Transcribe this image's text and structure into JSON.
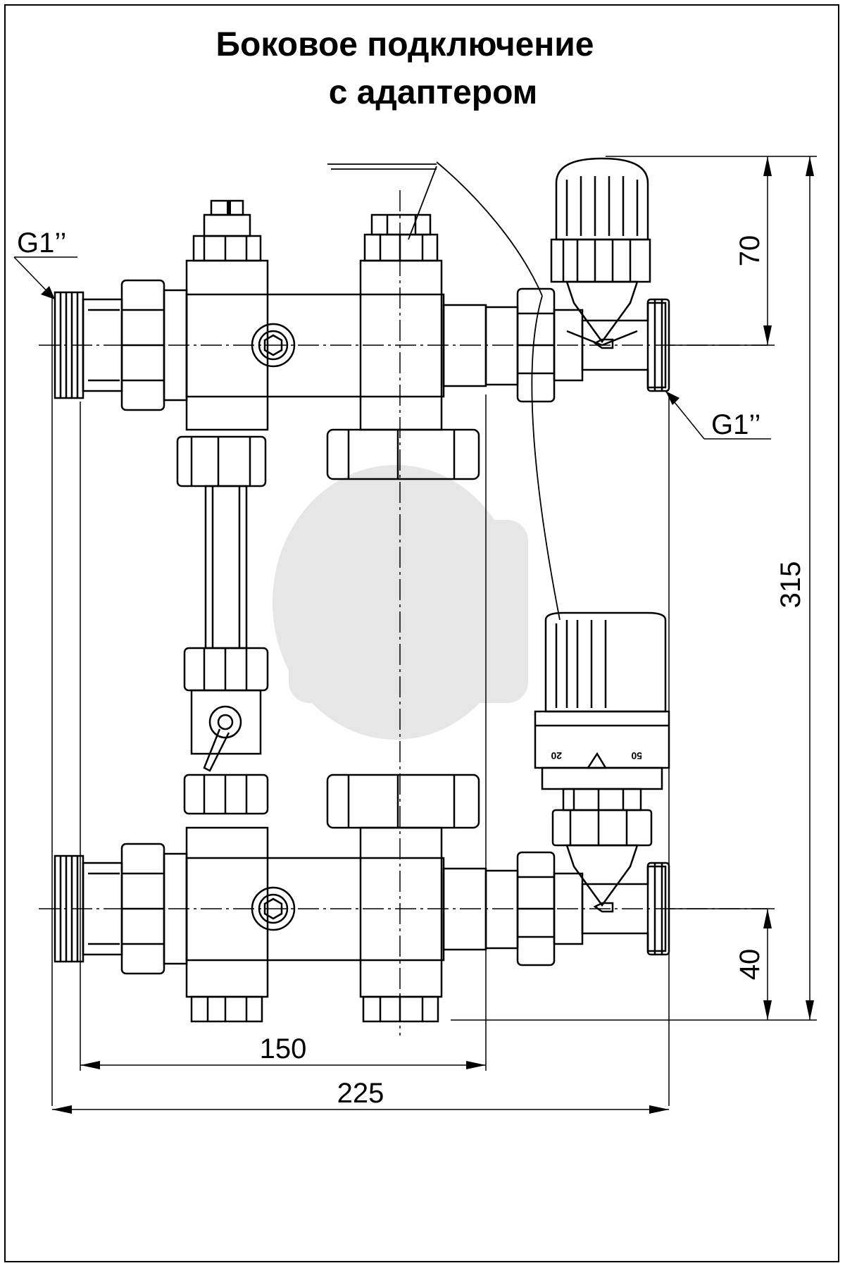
{
  "title": {
    "line1": "Боковое подключение",
    "line2": "с адаптером"
  },
  "thread_labels": {
    "left": "G1’’",
    "right": "G1’’"
  },
  "dimensions": {
    "top_offset": "70",
    "total_height": "315",
    "bottom_offset": "40",
    "inner_width": "150",
    "total_width": "225"
  },
  "thermostat_scale": {
    "mark_low": "20",
    "mark_high": "50"
  }
}
